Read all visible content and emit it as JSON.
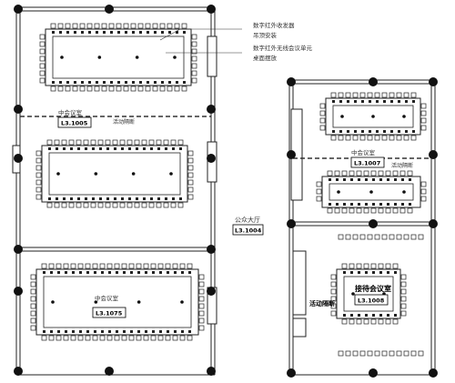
{
  "annotations": {
    "ir_receiver": "数字红外收发器",
    "ir_receiver_mount": "吊顶安装",
    "ir_unit": "数字红外无线会议单元",
    "ir_unit_mount": "桌面摆放"
  },
  "rooms": {
    "top_left": {
      "name": "中会议室",
      "code": "L3.1005",
      "partition": "活动隔断"
    },
    "bottom_left": {
      "name": "中会议室",
      "code": "L3.1075"
    },
    "lobby": {
      "name": "公众大厅",
      "code": "L3.1004"
    },
    "right_top": {
      "name": "中会议室",
      "code": "L3.1007",
      "partition": "活动隔断"
    },
    "right_bottom": {
      "name": "接待会议室",
      "code": "L3.1008",
      "partition": "活动隔断"
    }
  },
  "colors": {
    "line": "#222222",
    "dash": "#333333"
  }
}
